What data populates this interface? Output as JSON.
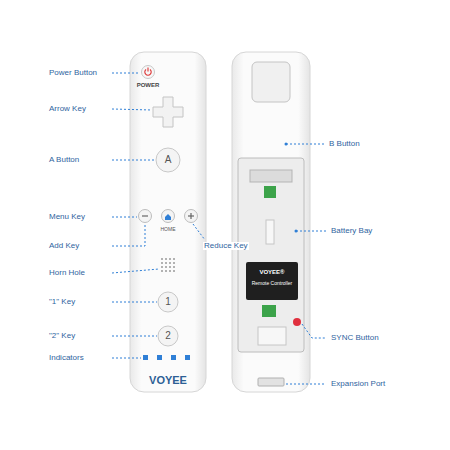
{
  "diagram": {
    "labels": [
      "Power Button",
      "Arrow Key",
      "A Button",
      "Menu Key",
      "Add Key",
      "Reduce Key",
      "Horn Hole",
      "\"1\" Key",
      "\"2\" Key",
      "Indicators",
      "B Button",
      "Battery Bay",
      "SYNC Button",
      "Expansion Port",
      "POWER",
      "A",
      "HOME",
      "1",
      "2",
      "VOYEE",
      "VOYEE®",
      "Remote Controller"
    ]
  }
}
